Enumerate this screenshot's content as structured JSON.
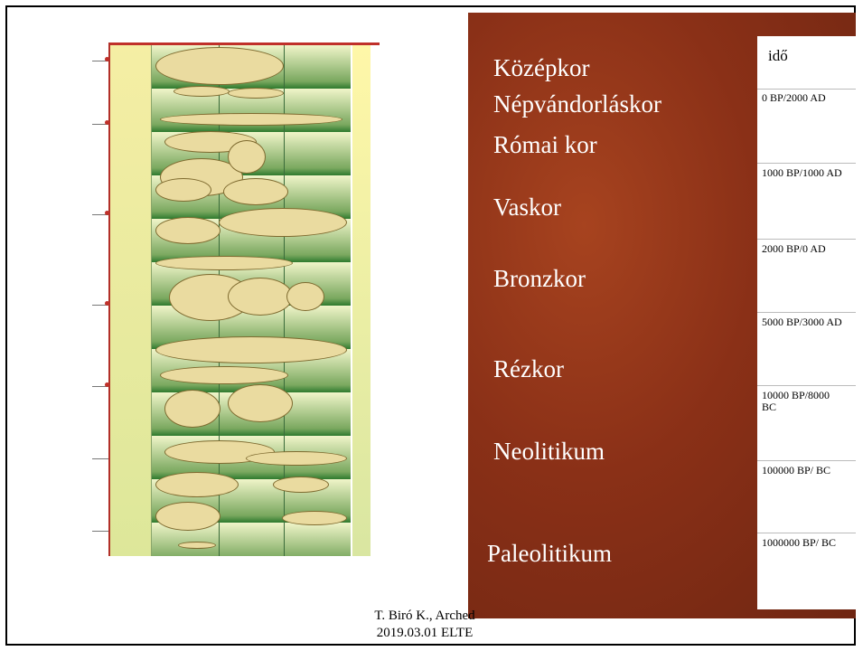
{
  "slide": {
    "periods": [
      "Középkor",
      "Népvándorláskor",
      "Római kor",
      "Vaskor",
      "Bronzkor",
      "Rézkor",
      "Neolitikum",
      "Paleolitikum"
    ],
    "table": {
      "header": "idő",
      "rows": [
        "0 BP/2000 AD",
        "1000 BP/1000 AD",
        "2000 BP/0 AD",
        "5000 BP/3000 AD",
        "10000 BP/8000 BC",
        "100000 BP/ BC",
        "1000000 BP/ BC"
      ]
    },
    "footer": {
      "line1": "T. Biró K., Arched",
      "line2": "2019.03.01 ELTE"
    }
  }
}
